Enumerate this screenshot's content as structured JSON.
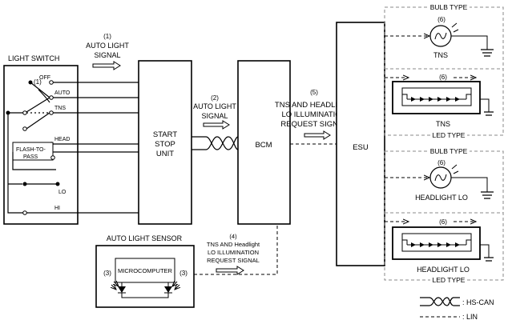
{
  "light_switch": {
    "title": "LIGHT SWITCH",
    "positions": {
      "off": "OFF",
      "auto": "AUTO",
      "tns": "TNS",
      "head": "HEAD",
      "flash_line1": "FLASH-TO-",
      "flash_line2": "PASS",
      "lo": "LO",
      "hi": "HI"
    }
  },
  "signals": {
    "s1_num": "(1)",
    "s1_line1": "AUTO LIGHT",
    "s1_line2": "SIGNAL",
    "s1_marker": "(1)",
    "s2_num": "(2)",
    "s2_line1": "AUTO LIGHT",
    "s2_line2": "SIGNAL",
    "s5_num": "(5)",
    "s5_line1": "TNS AND HEADLIGHT",
    "s5_line2": "LO ILLUMINATION",
    "s5_line3": "REQUEST SIGNAL",
    "s4_num": "(4)",
    "s4_line1": "TNS AND Headlight",
    "s4_line2": "LO ILLUMINATION",
    "s4_line3": "REQUEST SIGNAL"
  },
  "units": {
    "start_stop_line1": "START",
    "start_stop_line2": "STOP",
    "start_stop_line3": "UNIT",
    "bcm": "BCM",
    "esu": "ESU"
  },
  "sensor": {
    "title": "AUTO LIGHT SENSOR",
    "microcomputer": "MICROCOMPUTER",
    "left_num": "(3)",
    "right_num": "(3)"
  },
  "lamps": {
    "bulb_type_1": "BULB TYPE",
    "bulb_num_1": "(6)",
    "tns_bulb": "TNS",
    "led_num_1": "(6)",
    "tns_led": "TNS",
    "led_type_1": "LED TYPE",
    "bulb_type_2": "BULB TYPE",
    "bulb_num_2": "(6)",
    "headlight_bulb": "HEADLIGHT LO",
    "led_num_2": "(6)",
    "headlight_led": "HEADLIGHT LO",
    "led_type_2": "LED TYPE"
  },
  "legend": {
    "hs_can": ": HS-CAN",
    "lin": ": LIN"
  }
}
